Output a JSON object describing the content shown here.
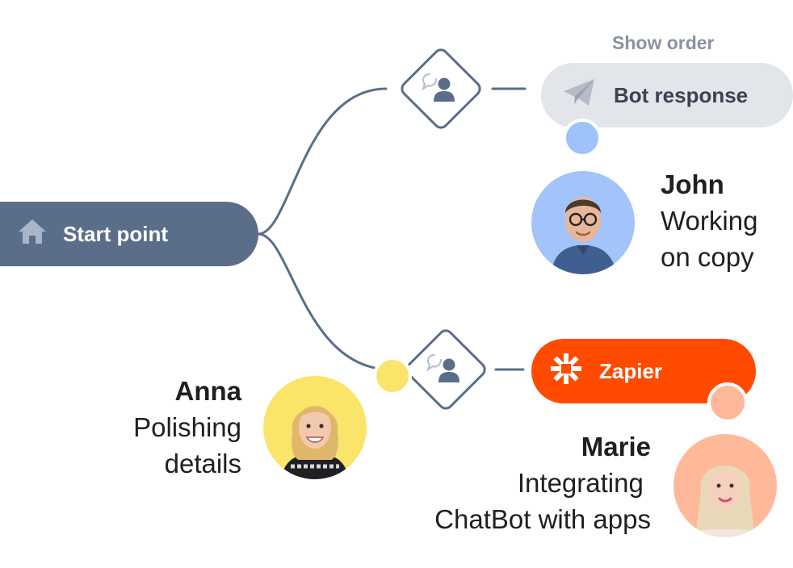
{
  "show_order_label": "Show order",
  "start_node": {
    "label": "Start point",
    "icon": "home-icon"
  },
  "bot_node": {
    "label": "Bot response",
    "icon": "paper-plane-icon"
  },
  "zapier_node": {
    "label": "Zapier",
    "icon": "zapier-asterisk-icon"
  },
  "decision_icon": "chat-user-icon",
  "colors": {
    "start": "#5a6e8a",
    "bot": "#e2e5ea",
    "zapier": "#ff4a00",
    "john": "#a3c4fb",
    "anna": "#fbe46a",
    "marie": "#ffb99a",
    "connector": "#5a6e8a"
  },
  "people": {
    "john": {
      "name": "John",
      "line1": "Working",
      "line2": "on copy"
    },
    "anna": {
      "name": "Anna",
      "line1": "Polishing",
      "line2": "details"
    },
    "marie": {
      "name": "Marie",
      "line1": "Integrating ",
      "line2": "ChatBot with apps"
    }
  }
}
